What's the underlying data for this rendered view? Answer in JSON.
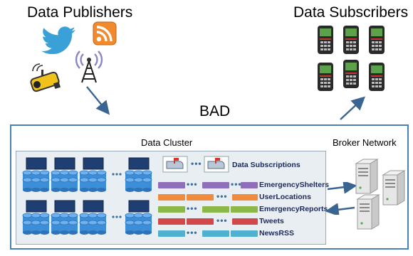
{
  "publishers": {
    "title": "Data Publishers",
    "icons": [
      "twitter-icon",
      "rss-icon",
      "cell-tower-icon",
      "sensor-camera-icon"
    ]
  },
  "subscribers": {
    "title": "Data Subscribers",
    "device_count": 6
  },
  "bad_label": "BAD",
  "cluster": {
    "title": "Data Cluster",
    "subscriptions_label": "Data Subscriptions",
    "datasets": [
      {
        "name": "EmergencyShelters",
        "color": "#8e6fb8"
      },
      {
        "name": "UserLocations",
        "color": "#f08a3c"
      },
      {
        "name": "EmergencyReports",
        "color": "#8cb84a"
      },
      {
        "name": "Tweets",
        "color": "#d1474a"
      },
      {
        "name": "NewsRSS",
        "color": "#4fb0cf"
      }
    ]
  },
  "broker": {
    "title": "Broker Network"
  },
  "colors": {
    "frame": "#4a80b4",
    "arrow": "#3a6592",
    "disk": "#3d8ed8",
    "node": "#1f3f72"
  }
}
